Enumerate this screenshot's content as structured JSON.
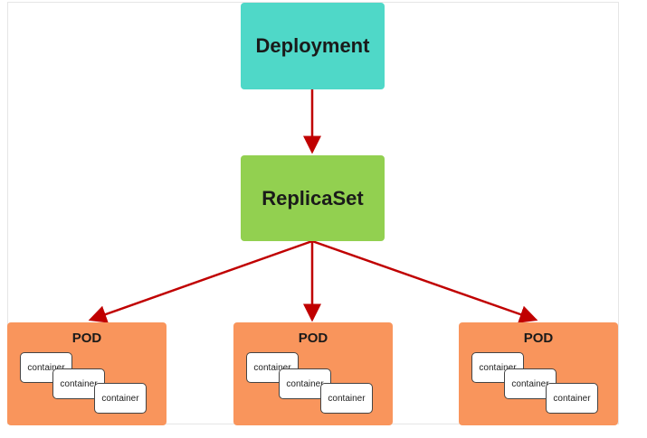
{
  "diagram": {
    "deployment_label": "Deployment",
    "replicaset_label": "ReplicaSet",
    "pods": [
      {
        "label": "POD",
        "containers": [
          "container",
          "container",
          "container"
        ]
      },
      {
        "label": "POD",
        "containers": [
          "container",
          "container",
          "container"
        ]
      },
      {
        "label": "POD",
        "containers": [
          "container",
          "container",
          "container"
        ]
      }
    ],
    "colors": {
      "deployment": "#4fd8c8",
      "replicaset": "#92d050",
      "pod": "#f9955c",
      "arrow": "#c00000"
    }
  }
}
